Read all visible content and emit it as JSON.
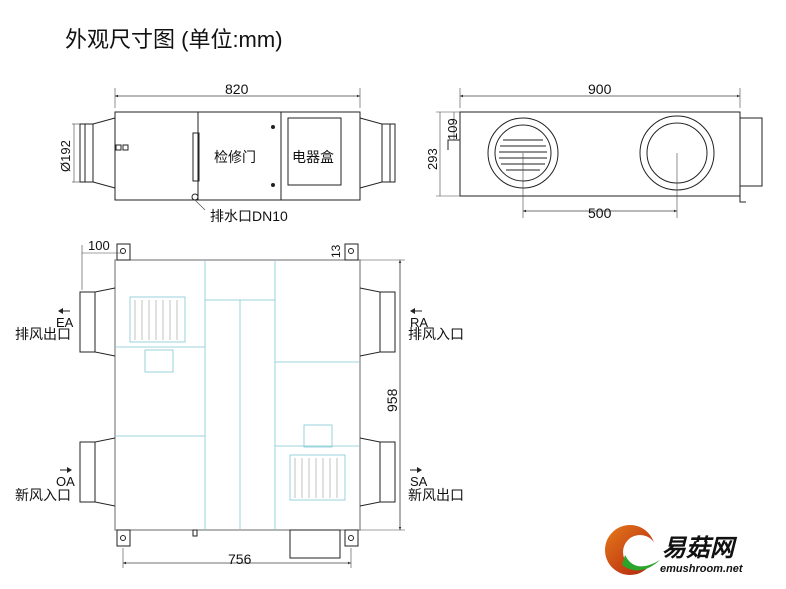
{
  "title": "外观尺寸图 (单位:mm)",
  "front_view": {
    "dim_width": "820",
    "dim_duct": "Ø192",
    "label_access_door": "检修门",
    "label_electrical_box": "电器盒",
    "label_drain": "排水口DN10"
  },
  "side_view": {
    "dim_width": "900",
    "dim_109": "109",
    "dim_293": "293",
    "dim_500": "500"
  },
  "plan_view": {
    "dim_100": "100",
    "dim_13": "13",
    "dim_958": "958",
    "dim_756": "756",
    "ports": [
      {
        "code": "EA",
        "label": "排风出口"
      },
      {
        "code": "OA",
        "label": "新风入口"
      },
      {
        "code": "RA",
        "label": "排风入口"
      },
      {
        "code": "SA",
        "label": "新风出口"
      }
    ]
  },
  "logo": {
    "name": "易菇网",
    "url_text": "emushroom.net"
  }
}
